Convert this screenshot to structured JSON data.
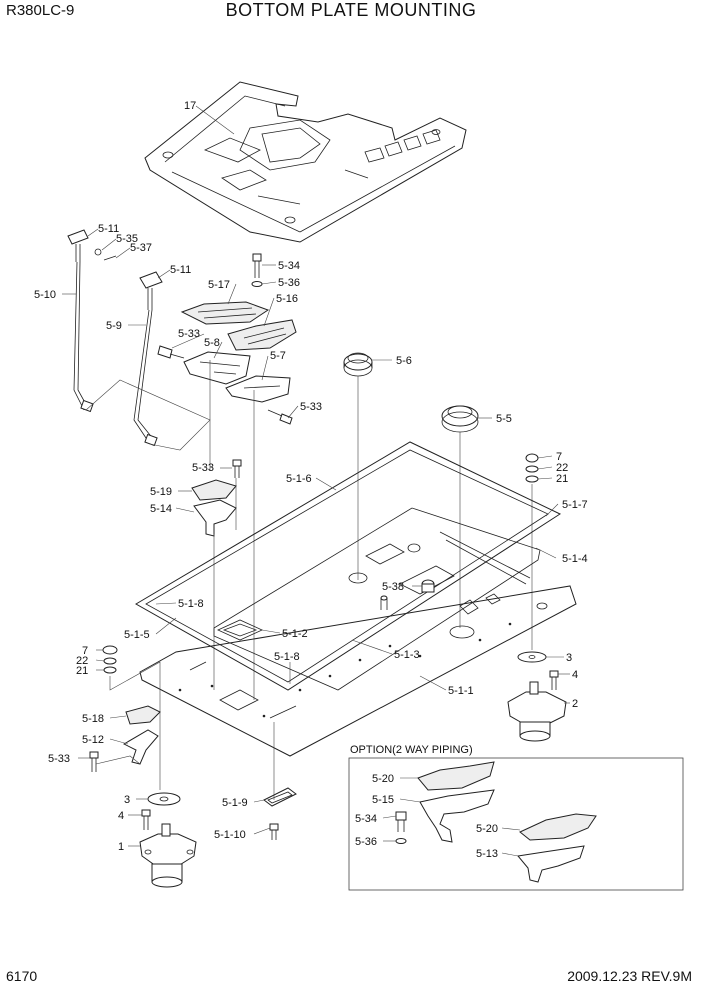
{
  "header": {
    "model": "R380LC-9",
    "title": "BOTTOM PLATE MOUNTING"
  },
  "footer": {
    "page": "6170",
    "revision": "2009.12.23  REV.9M"
  },
  "option_box": {
    "title": "OPTION(2 WAY PIPING)"
  },
  "callouts": {
    "c17": "17",
    "c5_11a": "5-11",
    "c5_35": "5-35",
    "c5_37": "5-37",
    "c5_11b": "5-11",
    "c5_10": "5-10",
    "c5_9": "5-9",
    "c5_34": "5-34",
    "c5_36": "5-36",
    "c5_17": "5-17",
    "c5_16": "5-16",
    "c5_33a": "5-33",
    "c5_8": "5-8",
    "c5_7": "5-7",
    "c5_33b": "5-33",
    "c5_6": "5-6",
    "c5_5": "5-5",
    "c5_33c": "5-33",
    "c5_1_6": "5-1-6",
    "c7a": "7",
    "c22a": "22",
    "c21a": "21",
    "c5_19": "5-19",
    "c5_14": "5-14",
    "c5_1_7": "5-1-7",
    "c5_1_4": "5-1-4",
    "c5_38": "5-38",
    "c5_1_8a": "5-1-8",
    "c5_1_5": "5-1-5",
    "c5_1_2": "5-1-2",
    "c7b": "7",
    "c22b": "22",
    "c21b": "21",
    "c5_1_8b": "5-1-8",
    "c5_1_3": "5-1-3",
    "c3a": "3",
    "c4a": "4",
    "c2": "2",
    "c5_1_1": "5-1-1",
    "c5_18": "5-18",
    "c5_12": "5-12",
    "c5_33d": "5-33",
    "c3b": "3",
    "c4b": "4",
    "c1": "1",
    "c5_1_9": "5-1-9",
    "c5_1_10": "5-1-10",
    "c5_20a": "5-20",
    "c5_15": "5-15",
    "c5_34b": "5-34",
    "c5_20b": "5-20",
    "c5_36b": "5-36",
    "c5_13": "5-13"
  }
}
